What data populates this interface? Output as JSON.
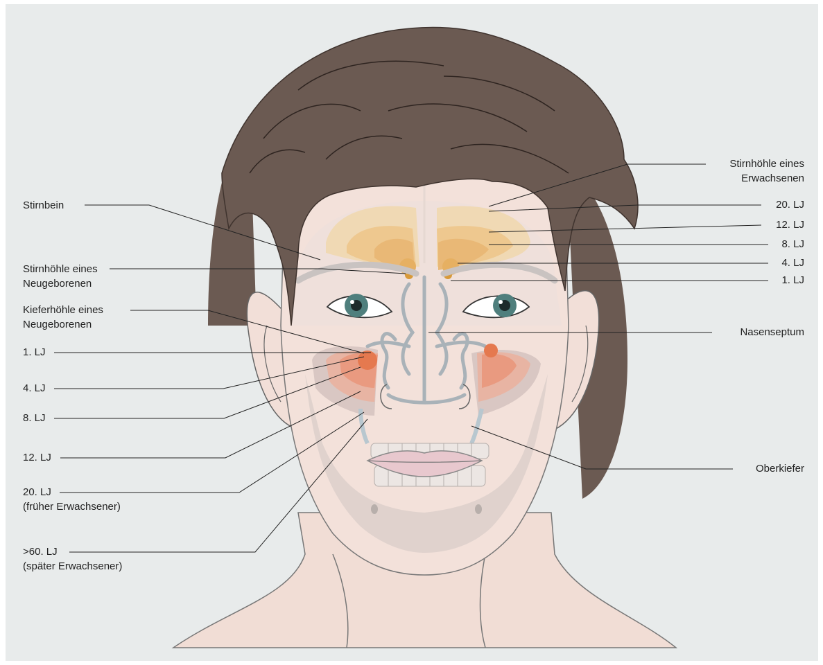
{
  "colors": {
    "background": "#e8ebeb",
    "hair": "#6b5a52",
    "skin": "#f3e1da",
    "frontal_sinus": "#e8b462",
    "maxillary_sinus": "#e5794f",
    "iris": "#4f7f7d"
  },
  "labels_left": {
    "stirnbein": "Stirnbein",
    "stirnhoehle_neugeboren_1": "Stirnhöhle eines",
    "stirnhoehle_neugeboren_2": "Neugeborenen",
    "kieferhoehle_neugeboren_1": "Kieferhöhle eines",
    "kieferhoehle_neugeboren_2": "Neugeborenen",
    "lj1": "1. LJ",
    "lj4": "4. LJ",
    "lj8": "8. LJ",
    "lj12": "12. LJ",
    "lj20_1": "20. LJ",
    "lj20_2": "(früher Erwachsener)",
    "lj60_1": ">60. LJ",
    "lj60_2": "(später Erwachsener)"
  },
  "labels_right": {
    "stirnhoehle_erwachsen_1": "Stirnhöhle eines",
    "stirnhoehle_erwachsen_2": "Erwachsenen",
    "lj20": "20. LJ",
    "lj12": "12. LJ",
    "lj8": "8. LJ",
    "lj4": "4. LJ",
    "lj1": "1. LJ",
    "nasenseptum": "Nasenseptum",
    "oberkiefer": "Oberkiefer"
  }
}
